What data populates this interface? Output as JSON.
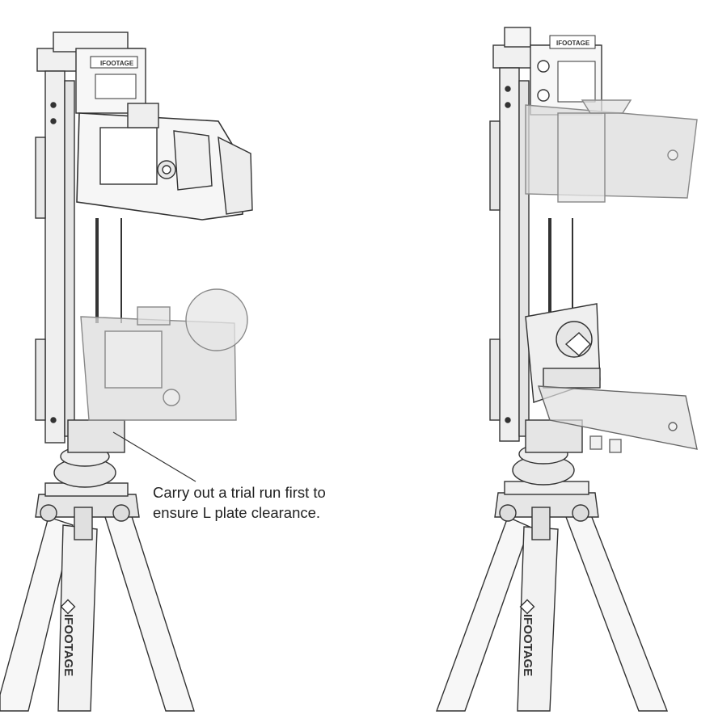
{
  "caption": {
    "line1": "Carry out a trial run first to",
    "line2": "ensure L plate clearance."
  },
  "brand": {
    "name": "IFOOTAGE",
    "panel_label": "IFOOTAGE"
  },
  "colors": {
    "line": "#333333",
    "ghost": "#b8b8b8",
    "fill_light": "#f3f3f3",
    "fill_mid": "#e2e2e2",
    "fill_ghost": "#dcdcdc"
  }
}
